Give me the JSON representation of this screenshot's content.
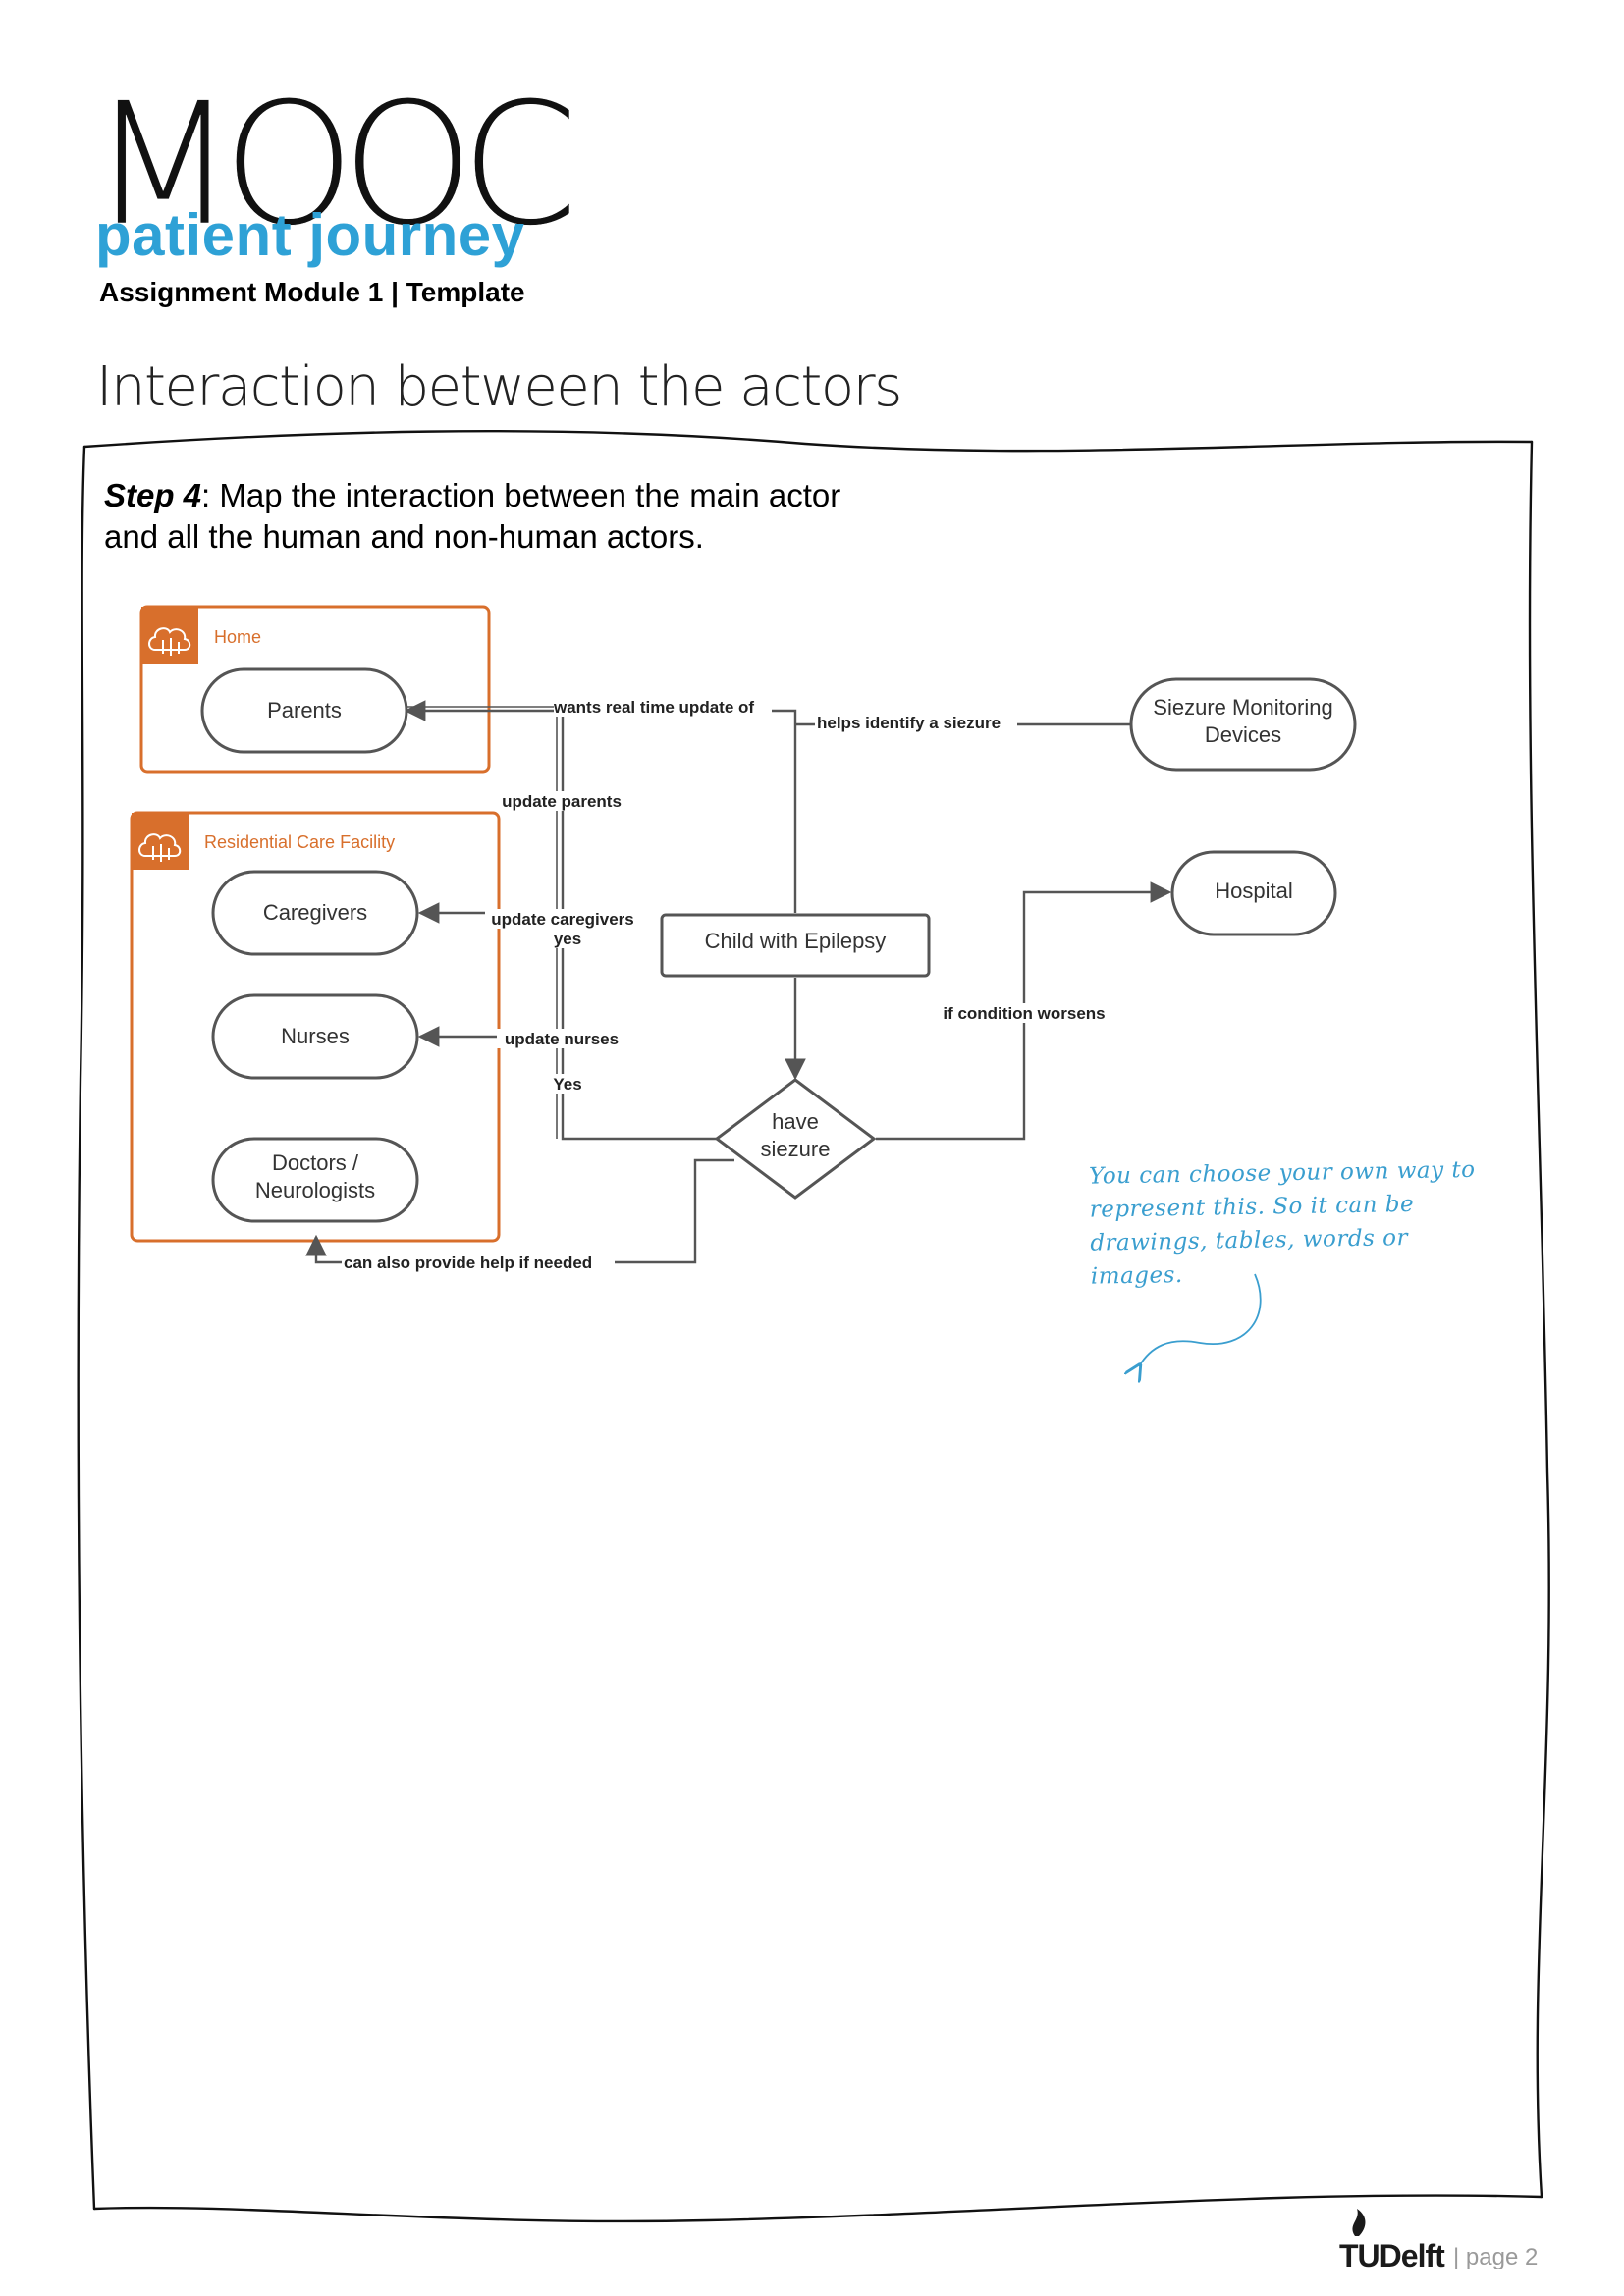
{
  "header": {
    "logo_text": "MOOC",
    "subtitle": "patient journey",
    "module": "Assignment Module 1 | Template"
  },
  "section_title": "Interaction between the actors",
  "step": {
    "label": "Step 4",
    "text_line1": ": Map the interaction between the main actor",
    "text_line2": "and all the human and non-human actors."
  },
  "diagram": {
    "groups": {
      "home": "Home",
      "care_facility": "Residential Care Facility"
    },
    "nodes": {
      "parents": "Parents",
      "caregivers": "Caregivers",
      "nurses": "Nurses",
      "doctors_line1": "Doctors /",
      "doctors_line2": "Neurologists",
      "monitoring_line1": "Siezure Monitoring",
      "monitoring_line2": "Devices",
      "hospital": "Hospital",
      "child": "Child with Epilepsy",
      "decision_line1": "have",
      "decision_line2": "siezure"
    },
    "edges": {
      "wants_update": "wants real time update of",
      "helps_identify": "helps identify a siezure",
      "update_parents": "update parents",
      "update_caregivers": "update caregivers",
      "yes_lower": "yes",
      "update_nurses": "update nurses",
      "yes_upper": "Yes",
      "if_worsens": "if condition worsens",
      "can_also_help": "can also provide help if needed"
    },
    "colors": {
      "group_border": "#d86f2c",
      "node_border": "#555555",
      "edge": "#555555"
    }
  },
  "hand_note": "You can choose your own way to represent this. So it can be drawings, tables, words or images.",
  "footer": {
    "logo": "TUDelft",
    "page": "| page 2"
  }
}
